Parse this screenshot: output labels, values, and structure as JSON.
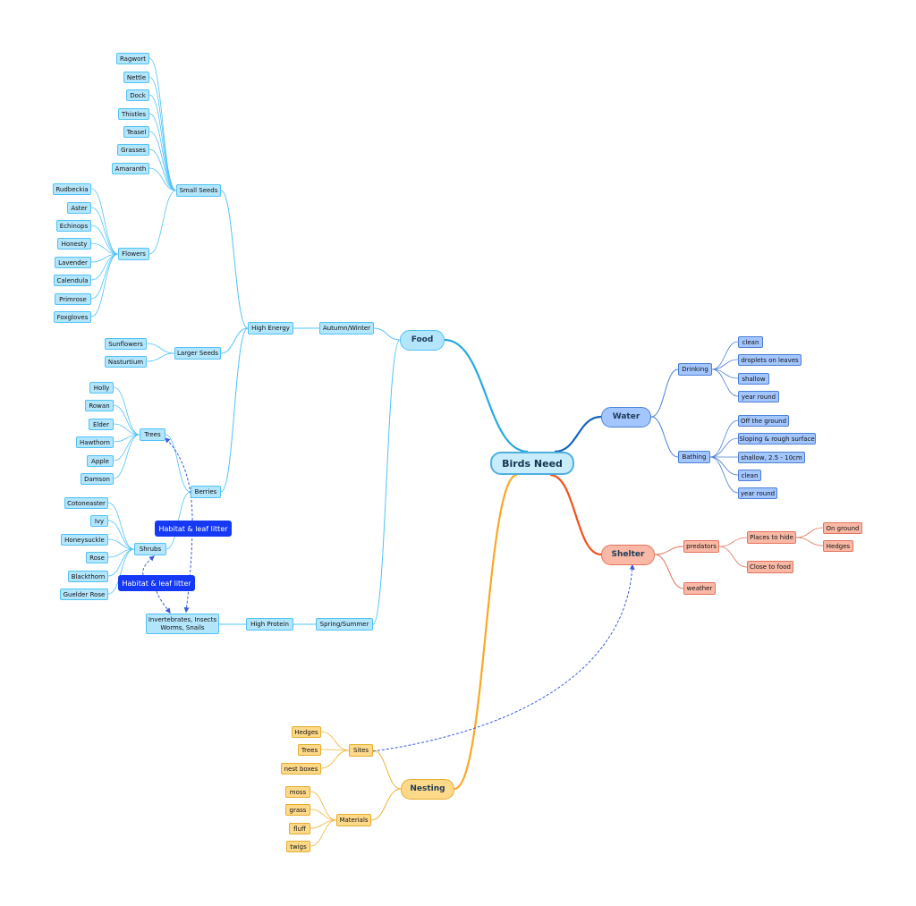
{
  "root": "Birds Need",
  "food": {
    "label": "Food",
    "autumn_winter": "Autumn/Winter",
    "high_energy": "High Energy",
    "small_seeds": "Small Seeds",
    "small_seed_items": [
      "Ragwort",
      "Nettle",
      "Dock",
      "Thistles",
      "Teasel",
      "Grasses",
      "Amaranth"
    ],
    "flowers": "Flowers",
    "flower_items": [
      "Rudbeckia",
      "Aster",
      "Echinops",
      "Honesty",
      "Lavender",
      "Calendula",
      "Primrose",
      "Foxgloves"
    ],
    "larger_seeds": "Larger Seeds",
    "larger_seed_items": [
      "Sunflowers",
      "Nasturtium"
    ],
    "berries": "Berries",
    "trees": "Trees",
    "tree_items": [
      "Holly",
      "Rowan",
      "Elder",
      "Hawthorn",
      "Apple",
      "Damson"
    ],
    "shrubs": "Shrubs",
    "shrub_items": [
      "Cotoneaster",
      "Ivy",
      "Honeysuckle",
      "Rose",
      "Blackthorn",
      "Guelder Rose"
    ],
    "spring_summer": "Spring/Summer",
    "high_protein": "High Protein",
    "invertebrates": "Invertebrates, Insects Worms, Snails",
    "habitat_1": "Habitat & leaf litter",
    "habitat_2": "Habitat & leaf litter"
  },
  "water": {
    "label": "Water",
    "drinking": "Drinking",
    "drinking_items": [
      "clean",
      "droplets on leaves",
      "shallow",
      "year round"
    ],
    "bathing": "Bathing",
    "bathing_items": [
      "Off the ground",
      "Sloping & rough surface",
      "shallow, 2.5 - 10cm",
      "clean",
      "year round"
    ]
  },
  "shelter": {
    "label": "Shelter",
    "predators": "predators",
    "places_to_hide": "Places to hide",
    "hide_items": [
      "On ground",
      "Hedges"
    ],
    "close_to_food": "Close to food",
    "weather": "weather"
  },
  "nesting": {
    "label": "Nesting",
    "sites": "Sites",
    "site_items": [
      "Hedges",
      "Trees",
      "nest boxes"
    ],
    "materials": "Materials",
    "material_items": [
      "moss",
      "grass",
      "fluff",
      "twigs"
    ]
  },
  "colors": {
    "food": "#27a9e1",
    "water": "#1565c0",
    "shelter": "#f4511e",
    "nesting": "#f9a825",
    "habitat": "#1539f5",
    "dashed": "#3b5bdb"
  }
}
